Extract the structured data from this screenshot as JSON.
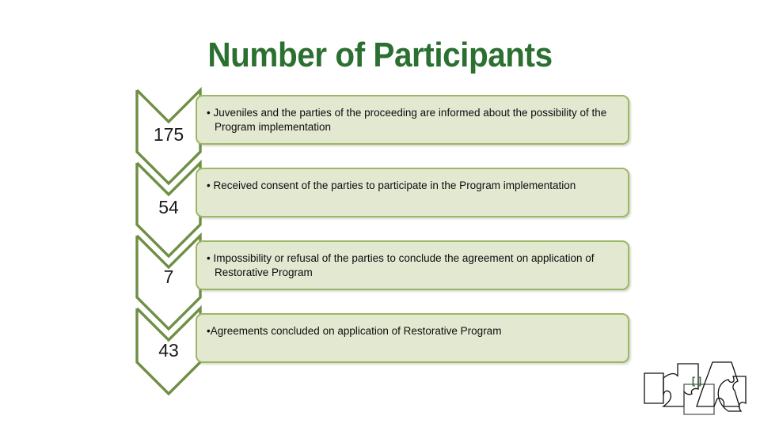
{
  "slide": {
    "title": "Number of Participants",
    "title_color": "#2b7030",
    "background_color": "#ffffff"
  },
  "theme": {
    "chevron_stroke": "#6f8f45",
    "box_fill": "#e3e8d1",
    "box_border": "#9cb862",
    "number_color": "#1a1a1a",
    "text_color": "#0d0d0d"
  },
  "chart_data": {
    "type": "bar",
    "title": "Number of Participants",
    "xlabel": "",
    "ylabel": "",
    "categories": [
      "Juveniles and the parties of the proceeding are informed about the possibility of the Program implementation",
      "Received consent of the parties to participate in the Program implementation",
      "Impossibility or refusal of the parties to conclude the agreement on application of Restorative Program",
      "Agreements concluded on application of Restorative Program"
    ],
    "values": [
      175,
      54,
      7,
      43
    ],
    "grid": false,
    "legend": "none"
  },
  "stages": [
    {
      "number": "175",
      "bullet": "•",
      "text": "Juveniles and the parties of the proceeding are informed about the possibility of the Program implementation"
    },
    {
      "number": "54",
      "bullet": "•",
      "text": "Received consent of the parties to participate in the Program implementation"
    },
    {
      "number": "7",
      "bullet": "•",
      "text": "Impossibility or refusal of the parties to conclude the agreement on application of Restorative Program"
    },
    {
      "number": "43",
      "bullet": "•",
      "text": "Agreements concluded on application of Restorative Program"
    }
  ],
  "logo": {
    "name": "puzzle-piece-logo",
    "bracket_mark": "[ ]",
    "bracket_color": "#3a6b38",
    "line_color": "#111111"
  }
}
